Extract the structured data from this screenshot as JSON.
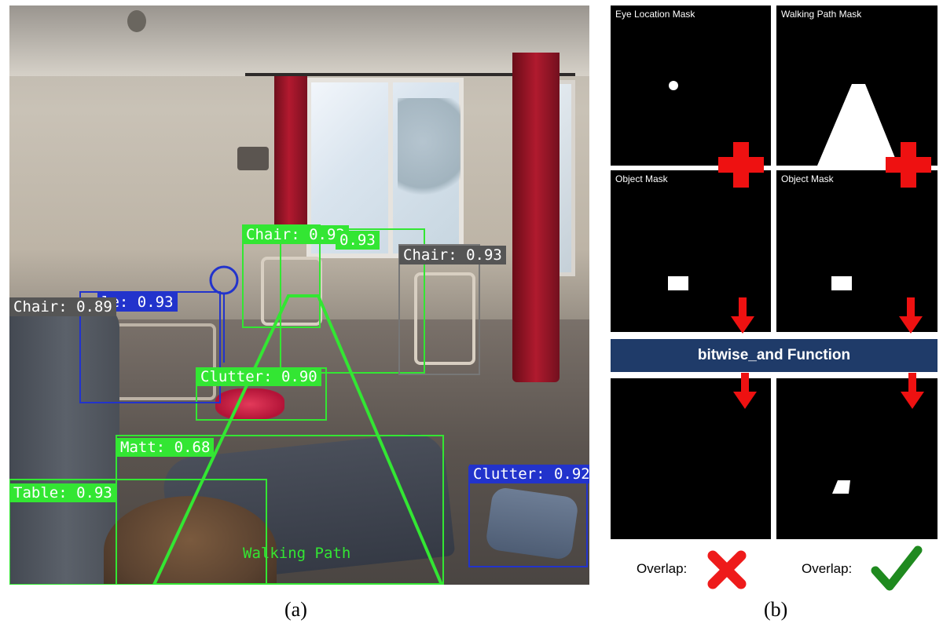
{
  "panel_a": {
    "caption": "(a)",
    "detections": [
      {
        "label": "Chair: 0.92",
        "color": "#33e633"
      },
      {
        "label": "0.93",
        "color": "#33e633"
      },
      {
        "label": "Chair: 0.93",
        "color": "#555555"
      },
      {
        "label": "le: 0.93",
        "color": "#2233cc"
      },
      {
        "label": "Chair: 0.89",
        "color": "#555555"
      },
      {
        "label": "Clutter: 0.90",
        "color": "#33e633"
      },
      {
        "label": "Matt: 0.68",
        "color": "#33e633"
      },
      {
        "label": "Table: 0.93",
        "color": "#33e633"
      },
      {
        "label": "Clutter: 0.92",
        "color": "#2233cc"
      }
    ],
    "walking_path_label": "Walking Path"
  },
  "panel_b": {
    "caption": "(b)",
    "masks": {
      "eye_location": "Eye Location Mask",
      "walking_path": "Walking Path Mask",
      "object_left": "Object Mask",
      "object_right": "Object Mask"
    },
    "bitwise_label": "bitwise_and Function",
    "overlap_left": "Overlap:",
    "overlap_right": "Overlap:"
  },
  "colors": {
    "detection_green": "#33e633",
    "detection_blue": "#2233cc",
    "detection_gray": "#555555",
    "bitwise_bar": "#1f3b69",
    "plus_red": "#ee1111",
    "arrow_red": "#ee1111",
    "cross_red": "#ee1b1b",
    "check_green": "#1f8a1f"
  },
  "icons": [
    "plus-icon",
    "down-arrow-icon",
    "cross-icon",
    "check-icon"
  ]
}
